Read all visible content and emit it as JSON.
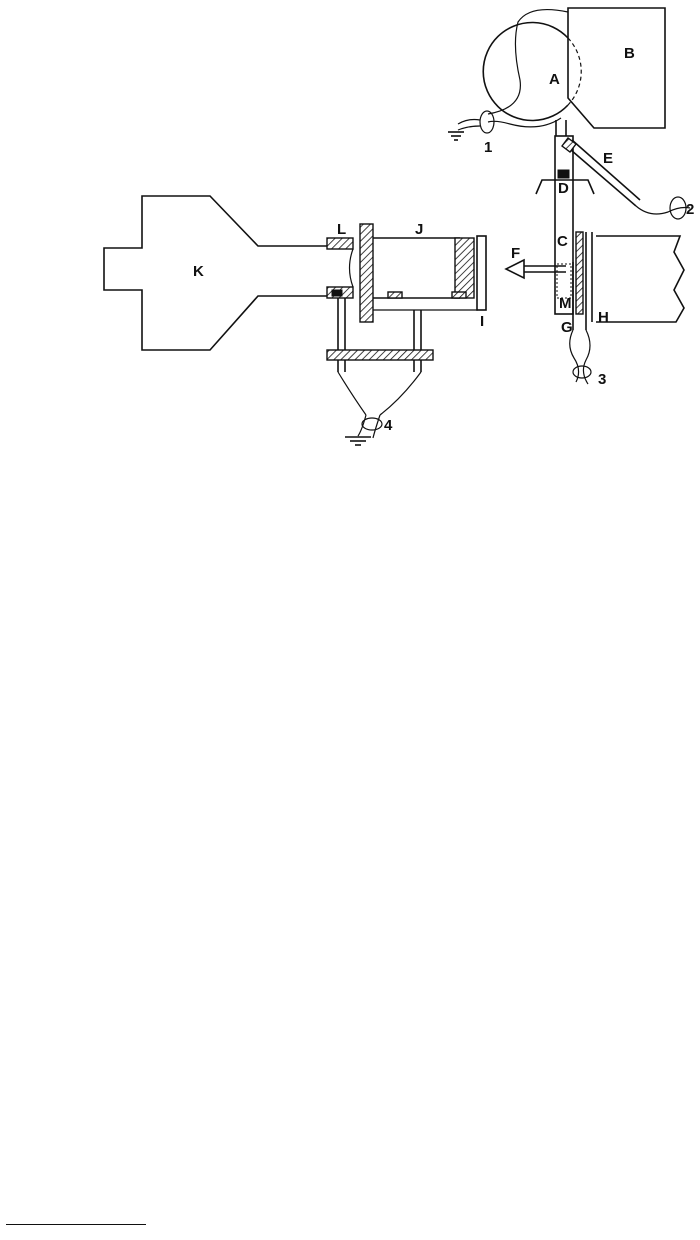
{
  "labels": {
    "A": "A",
    "B": "B",
    "C": "C",
    "D": "D",
    "E": "E",
    "F": "F",
    "G": "G",
    "H": "H",
    "I": "I",
    "J": "J",
    "K": "K",
    "L": "L",
    "M": "M",
    "n1": "1",
    "n2": "2",
    "n3": "3",
    "n4": "4"
  }
}
